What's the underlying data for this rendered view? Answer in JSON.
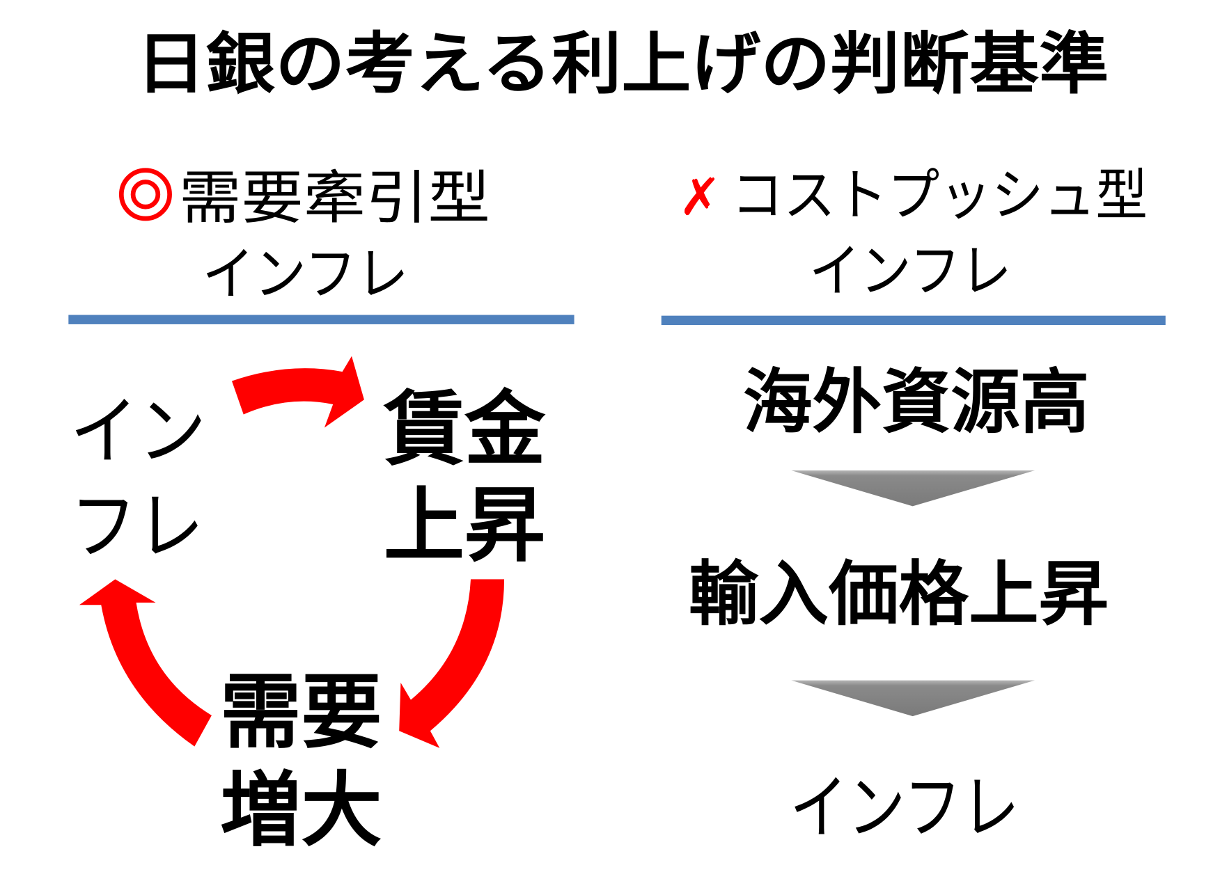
{
  "title": "日銀の考える利上げの判断基準",
  "left": {
    "mark": "◎",
    "heading_line1": "需要牽引型",
    "heading_line2": "インフレ",
    "cycle": {
      "inflation_top": "イン",
      "inflation_bottom": "フレ",
      "wage_top": "賃金",
      "wage_bottom": "上昇",
      "demand_top": "需要",
      "demand_bottom": "増大"
    }
  },
  "right": {
    "mark": "✗",
    "heading_line1": "コストプッシュ型",
    "heading_line2": "インフレ",
    "flow": [
      "海外資源高",
      "輸入価格上昇",
      "インフレ"
    ]
  },
  "colors": {
    "accent_red": "#ff0000",
    "divider_blue": "#4f81bd",
    "arrow_gray": "#808080"
  }
}
